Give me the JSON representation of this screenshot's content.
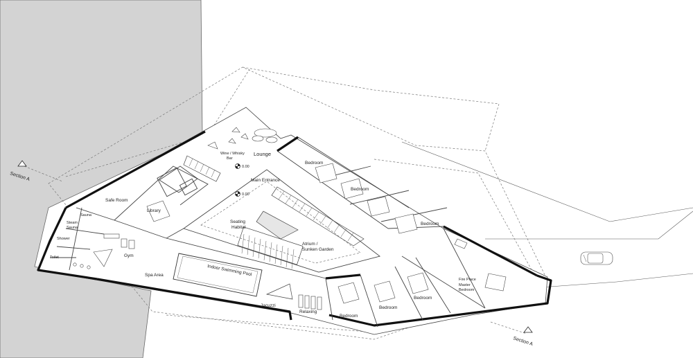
{
  "rooms": {
    "lounge": "Lounge",
    "wine_bar": [
      "Wine / Whisky",
      "Bar"
    ],
    "main_entrance": "Main Entrance",
    "level_1": "0.00",
    "level_2": "0.00",
    "safe_room": "Safe Room",
    "library": "Library",
    "sauna": "Sauna",
    "steam_sauna": [
      "Steam",
      "Sauna"
    ],
    "shower": "Shower",
    "toilet": "Toilet",
    "gym": "Gym",
    "spa_area": "Spa Area",
    "pool": "Indoor Swimming Pool",
    "jacuzzi": "Jacuzzi",
    "relaxing": "Relaxing",
    "seating": [
      "Seating",
      "Habitat"
    ],
    "atrium": [
      "Atrium /",
      "Sunken Garden"
    ],
    "bedroom_1": "Bedroom",
    "bedroom_2": "Bedroom",
    "bedroom_3": "Bedroom",
    "bedroom_4": "Bedroom",
    "bedroom_5": "Bedroom",
    "bedroom_6": "Bedroom",
    "fireplace": "Fire Place",
    "master": [
      "Master",
      "Bedroom"
    ]
  },
  "section_left": "Section A",
  "section_right": "Section A",
  "colors": {
    "terrain": "#d3d3d3",
    "wall": "#111111",
    "line": "#555555"
  }
}
